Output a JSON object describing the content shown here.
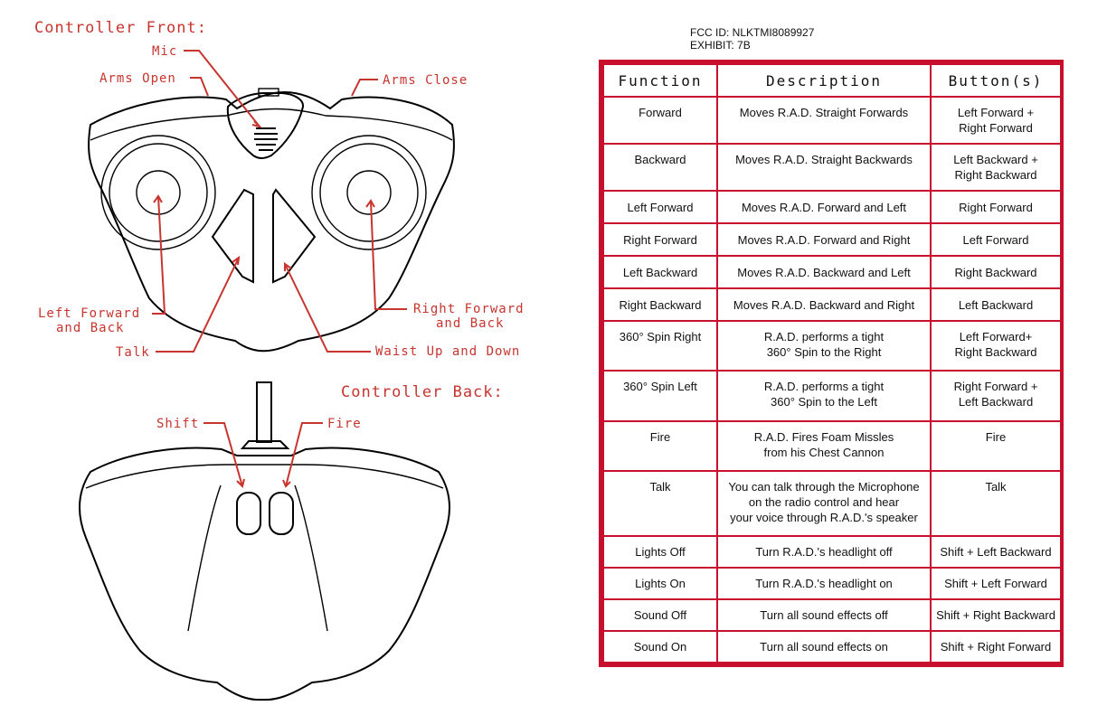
{
  "fcc": {
    "id_line": "FCC ID: NLKTMI8089927",
    "exhibit_line": "EXHIBIT: 7B"
  },
  "diagram": {
    "front_title": "Controller Front:",
    "back_title": "Controller Back:",
    "labels": {
      "mic": "Mic",
      "arms_open": "Arms Open",
      "arms_close": "Arms Close",
      "left_fb_1": "Left Forward",
      "left_fb_2": "and Back",
      "right_fb_1": "Right Forward",
      "right_fb_2": "and Back",
      "talk": "Talk",
      "waist": "Waist Up and Down",
      "shift": "Shift",
      "fire": "Fire"
    }
  },
  "table": {
    "headers": [
      "Function",
      "Description",
      "Button(s)"
    ],
    "rows": [
      {
        "function": "Forward",
        "description": "Moves R.A.D. Straight Forwards",
        "buttons": "Left Forward +\nRight Forward"
      },
      {
        "function": "Backward",
        "description": "Moves R.A.D. Straight Backwards",
        "buttons": "Left Backward +\nRight Backward"
      },
      {
        "function": "Left Forward",
        "description": "Moves R.A.D. Forward and Left",
        "buttons": "Right Forward"
      },
      {
        "function": "Right Forward",
        "description": "Moves R.A.D. Forward and Right",
        "buttons": "Left Forward"
      },
      {
        "function": "Left Backward",
        "description": "Moves R.A.D. Backward and Left",
        "buttons": "Right Backward"
      },
      {
        "function": "Right Backward",
        "description": "Moves R.A.D. Backward and Right",
        "buttons": "Left Backward"
      },
      {
        "function": "360° Spin Right",
        "description": "R.A.D. performs a tight\n360° Spin to the Right",
        "buttons": "Left Forward+\nRight Backward"
      },
      {
        "function": "360° Spin Left",
        "description": "R.A.D. performs a tight\n360° Spin to the Left",
        "buttons": "Right Forward +\nLeft Backward"
      },
      {
        "function": "Fire",
        "description": "R.A.D. Fires Foam Missles\nfrom his Chest Cannon",
        "buttons": "Fire"
      },
      {
        "function": "Talk",
        "description": "You can talk through the Microphone\non the radio control and hear\nyour voice through R.A.D.'s speaker",
        "buttons": "Talk"
      },
      {
        "function": "Lights Off",
        "description": "Turn R.A.D.'s headlight off",
        "buttons": "Shift + Left Backward"
      },
      {
        "function": "Lights On",
        "description": "Turn R.A.D.'s headlight on",
        "buttons": "Shift + Left Forward"
      },
      {
        "function": "Sound Off",
        "description": "Turn all sound effects off",
        "buttons": "Shift + Right Backward"
      },
      {
        "function": "Sound On",
        "description": "Turn all sound effects on",
        "buttons": "Shift + Right Forward"
      }
    ]
  }
}
